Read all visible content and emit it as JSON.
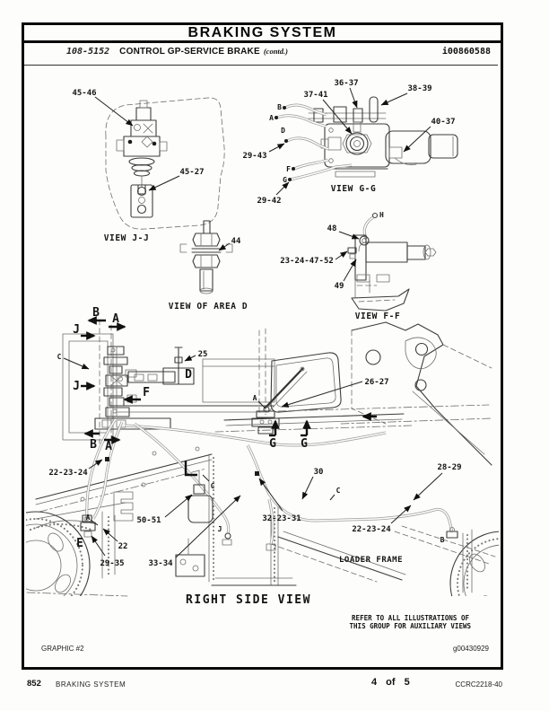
{
  "header": {
    "title": "BRAKING SYSTEM"
  },
  "subheader": {
    "doc_number": "108-5152",
    "title": "CONTROL GP-SERVICE BRAKE",
    "contd": "(contd.)",
    "media_id": "i00860588"
  },
  "view_jj": {
    "caption": "VIEW J-J",
    "callout_45_46": "45-46",
    "callout_45_27": "45-27"
  },
  "view_gg": {
    "caption": "VIEW G-G",
    "callout_36_37": "36-37",
    "callout_37_41": "37-41",
    "callout_38_39": "38-39",
    "callout_40_37": "40-37",
    "callout_29_43": "29-43",
    "callout_29_42": "29-42",
    "letter_a": "A",
    "letter_b": "B",
    "letter_d": "D",
    "letter_f": "F",
    "letter_g": "G"
  },
  "view_area_d": {
    "caption": "VIEW OF AREA D",
    "callout_44": "44"
  },
  "view_ff": {
    "caption": "VIEW F-F",
    "callout_48": "48",
    "callout_23_24_47_52": "23-24-47-52",
    "callout_49": "49",
    "letter_h": "H"
  },
  "main_view": {
    "caption": "RIGHT SIDE VIEW",
    "loader_frame_label": "LOADER FRAME",
    "callout_25": "25",
    "callout_26_27": "26-27",
    "callout_22_23_24_left": "22-23-24",
    "callout_50_51": "50-51",
    "callout_22": "22",
    "callout_29_35": "29-35",
    "callout_33_34": "33-34",
    "callout_32_23_31": "32-23-31",
    "callout_30": "30",
    "callout_22_23_24_right": "22-23-24",
    "callout_28_29": "28-29",
    "section_b_top": "B",
    "section_a_top": "A",
    "section_j_upper": "J",
    "section_j_lower": "J",
    "section_f": "F",
    "section_b_bottom": "B",
    "section_a_bottom": "A",
    "section_g_left": "G",
    "section_g_right": "G",
    "letter_c_valve": "C",
    "letter_d": "D",
    "letter_a_pedal": "A",
    "letter_c_hose": "C",
    "letter_c_frame": "C",
    "letter_j": "J",
    "letter_e": "E",
    "letter_a_axle": "A",
    "letter_b_axle": "B"
  },
  "notes": {
    "refer_line1": "REFER TO ALL ILLUSTRATIONS OF",
    "refer_line2": "THIS GROUP FOR AUXILIARY VIEWS"
  },
  "graphic_footer": {
    "label": "GRAPHIC #2",
    "graphic_id": "g00430929"
  },
  "page_footer": {
    "page_number": "852",
    "section": "BRAKING SYSTEM",
    "page_indicator": "4 of 5",
    "doc_code": "CCRC2218-40"
  }
}
